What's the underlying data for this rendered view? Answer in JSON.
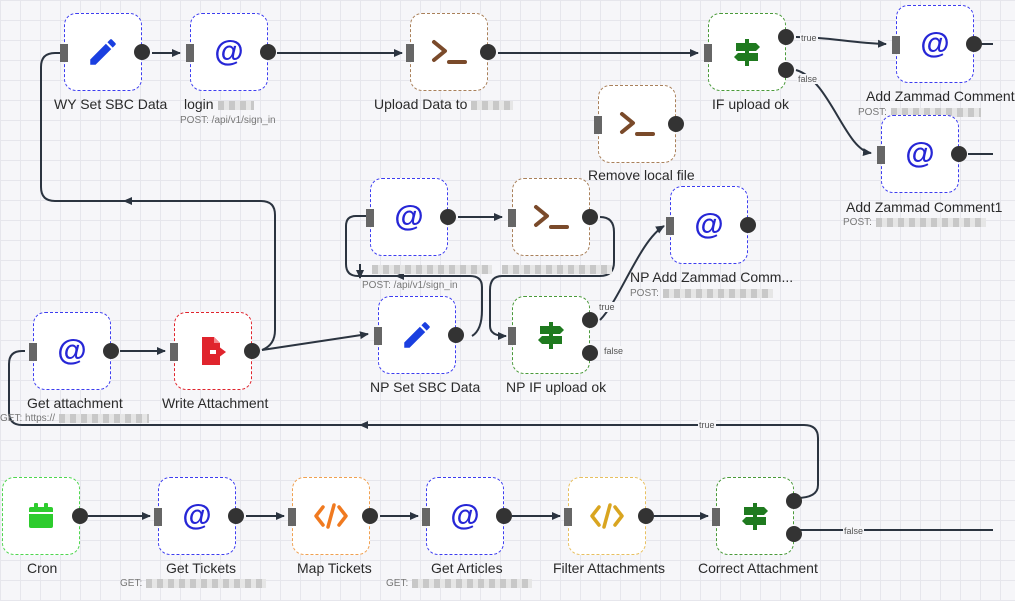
{
  "nodes": {
    "wy_set_sbc": {
      "label": "WY Set SBC Data"
    },
    "login": {
      "label": "login",
      "sub": "POST: /api/v1/sign_in"
    },
    "upload_data": {
      "label": "Upload Data to"
    },
    "if_upload": {
      "label": "IF upload ok"
    },
    "add_zammad": {
      "label": "Add Zammad Comment",
      "sub": "POST:"
    },
    "remove_local": {
      "label": "Remove local file"
    },
    "add_zammad1": {
      "label": "Add Zammad Comment1",
      "sub": "POST:"
    },
    "np_http": {
      "sub": "POST: /api/v1/sign_in"
    },
    "np_add_zammad": {
      "label": "NP Add Zammad Comm...",
      "sub": "POST:"
    },
    "get_attachment": {
      "label": "Get attachment",
      "sub": "GET: https://"
    },
    "write_attachment": {
      "label": "Write Attachment"
    },
    "np_set_sbc": {
      "label": "NP Set SBC Data"
    },
    "np_if_upload": {
      "label": "NP IF upload ok"
    },
    "cron": {
      "label": "Cron"
    },
    "get_tickets": {
      "label": "Get Tickets",
      "sub": "GET:"
    },
    "map_tickets": {
      "label": "Map Tickets"
    },
    "get_articles": {
      "label": "Get Articles",
      "sub": "GET:"
    },
    "filter_attachments": {
      "label": "Filter Attachments"
    },
    "correct_attachment": {
      "label": "Correct Attachment"
    }
  },
  "wire_labels": {
    "if_true": "true",
    "if_false": "false",
    "np_true": "true",
    "np_false": "false",
    "loop_true": "true",
    "correct_false": "false"
  },
  "icons": {
    "http": "at-sign-icon",
    "set": "pencil-icon",
    "exec": "terminal-icon",
    "if": "signpost-icon",
    "write": "file-export-icon",
    "code": "code-icon",
    "cron": "calendar-icon"
  },
  "colors": {
    "http_icon": "#2626d6",
    "set_icon": "#1a3fe0",
    "exec_icon": "#7a4a2a",
    "if_icon": "#1f7a1f",
    "write_icon": "#e0242d",
    "code_orange": "#f07a20",
    "code_yellow": "#d9a520",
    "cron_icon": "#2dcc2d",
    "wire": "#2b3440"
  }
}
